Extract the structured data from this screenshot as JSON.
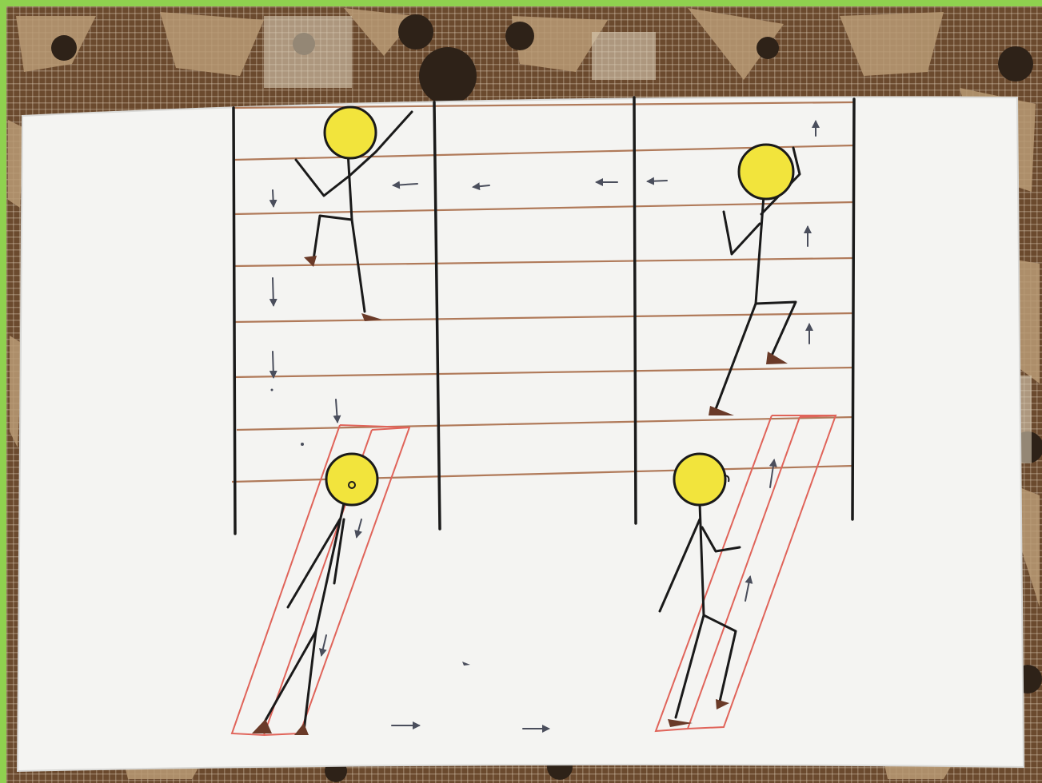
{
  "photo": {
    "frame_color": "#8fd14f",
    "carpet_colors": {
      "base": "#6b4a2e",
      "light": "#b89a74",
      "dark": "#2e2218",
      "grid": "#d8cbb4"
    },
    "paper_color": "#f4f4f2"
  },
  "drawing": {
    "ink_color": "#1a1a1a",
    "rung_color": "#b07a5a",
    "bench_color": "#e0645a",
    "head_fill": "#f2e43c",
    "foot_color": "#6a3a28",
    "arrow_color": "#4a4e5c",
    "figures": [
      {
        "name": "climbing-down",
        "icon": "stick-figure-icon"
      },
      {
        "name": "climbing-up",
        "icon": "stick-figure-icon"
      },
      {
        "name": "walking-down-bench",
        "icon": "stick-figure-icon"
      },
      {
        "name": "walking-up-bench",
        "icon": "stick-figure-icon"
      }
    ]
  }
}
